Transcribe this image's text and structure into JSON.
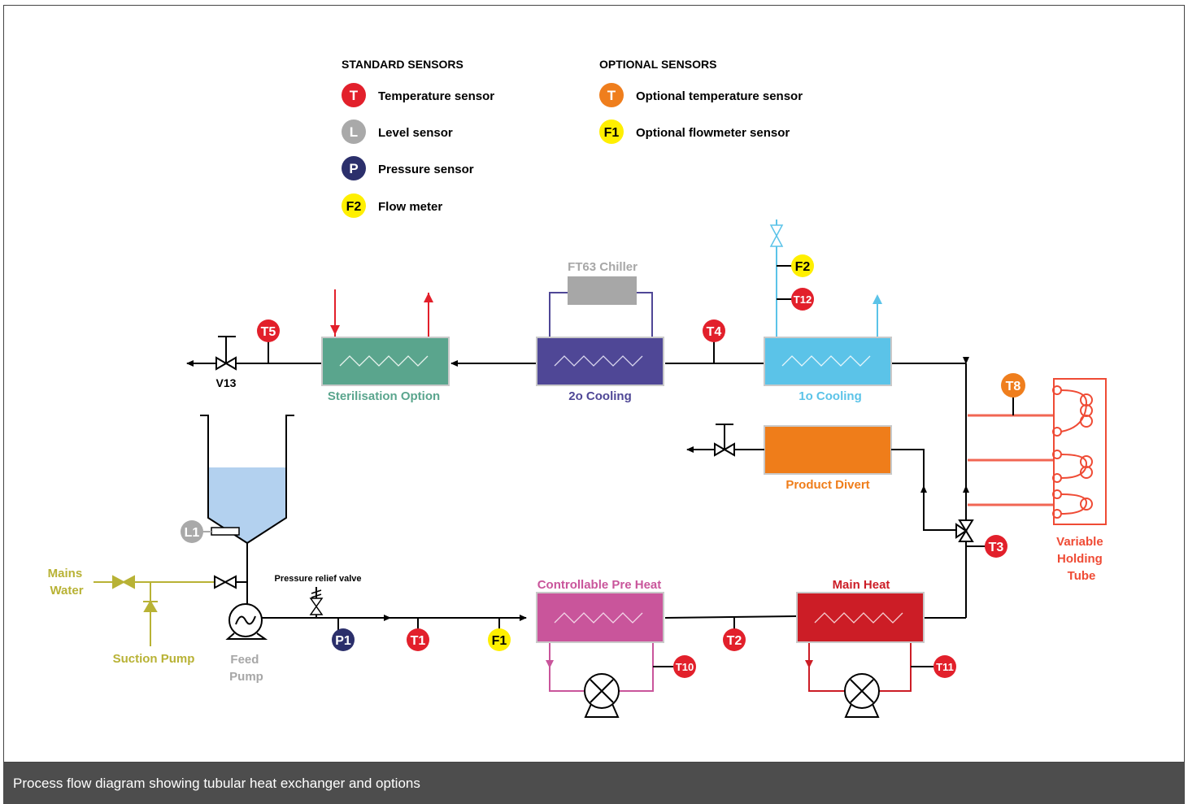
{
  "legend": {
    "standard_heading": "STANDARD SENSORS",
    "optional_heading": "OPTIONAL SENSORS",
    "standard": [
      {
        "symbol": "T",
        "label": "Temperature sensor",
        "color": "#e2202b"
      },
      {
        "symbol": "L",
        "label": "Level sensor",
        "color": "#a9a9a9"
      },
      {
        "symbol": "P",
        "label": "Pressure sensor",
        "color": "#2b2f6b"
      },
      {
        "symbol": "F2",
        "label": "Flow meter",
        "color": "#ffef00"
      }
    ],
    "optional": [
      {
        "symbol": "T",
        "label": "Optional temperature sensor",
        "color": "#ef7e1d"
      },
      {
        "symbol": "F1",
        "label": "Optional flowmeter sensor",
        "color": "#ffef00"
      }
    ]
  },
  "units": {
    "sterilisation": "Sterilisation Option",
    "cooling2": "2o Cooling",
    "cooling1": "1o Cooling",
    "chiller": "FT63 Chiller",
    "divert": "Product Divert",
    "preheat": "Controllable Pre Heat",
    "mainheat": "Main Heat",
    "holding": [
      "Variable",
      "Holding",
      "Tube"
    ],
    "mains": [
      "Mains",
      "Water"
    ],
    "suction": "Suction Pump",
    "feed": [
      "Feed",
      "Pump"
    ],
    "relief": "Pressure relief valve",
    "v13": "V13"
  },
  "sensors": {
    "T1": "T1",
    "T2": "T2",
    "T3": "T3",
    "T4": "T4",
    "T5": "T5",
    "T8": "T8",
    "T10": "T10",
    "T11": "T11",
    "T12": "T12",
    "P1": "P1",
    "F1": "F1",
    "F2": "F2",
    "L1": "L1"
  },
  "colors": {
    "temp": "#e2202b",
    "optional_temp": "#ef7e1d",
    "pressure": "#2b2f6b",
    "flow": "#ffef00",
    "level": "#a9a9a9",
    "sterilisation": "#5aa58d",
    "cooling2": "#4f4796",
    "cooling1": "#5bc3e8",
    "chiller": "#a7a7a7",
    "divert": "#ef7d1a",
    "preheat": "#c9559b",
    "mainheat": "#cc1d26",
    "holding": "#ef4b35",
    "mains": "#b8b235"
  },
  "caption": "Process flow diagram showing tubular heat exchanger and options"
}
